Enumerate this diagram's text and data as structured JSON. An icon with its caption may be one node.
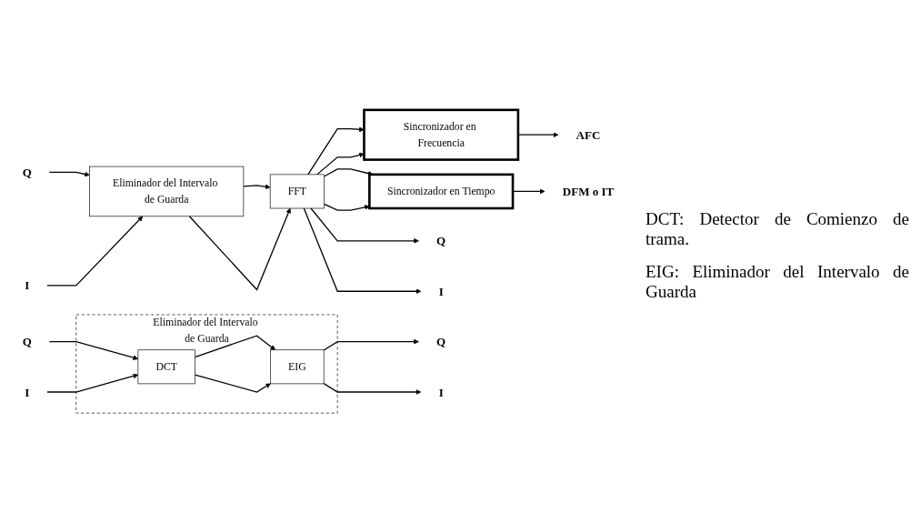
{
  "diagram": {
    "nodes": [
      {
        "text": [
          "Q"
        ]
      },
      {
        "text": [
          "I"
        ]
      },
      {
        "text": [
          "Eliminador del Intervalo de Guarda"
        ]
      },
      {
        "text": [
          "FFT"
        ]
      },
      {
        "text": [
          "Sincronizador en Frecuencia"
        ]
      },
      {
        "text": [
          "AFC"
        ]
      },
      {
        "text": [
          "Sincronizador en Tiempo"
        ]
      },
      {
        "text": [
          "DFM o IT"
        ]
      },
      {
        "text": [
          "Q"
        ]
      },
      {
        "text": [
          "I"
        ]
      },
      {
        "text": [
          "Eliminador del Intervalo de Guarda"
        ]
      },
      {
        "text": [
          "Q"
        ]
      },
      {
        "text": [
          "I"
        ]
      },
      {
        "text": [
          "DCT"
        ],
        "in": 10
      },
      {
        "text": [
          "EIG"
        ],
        "in": 10
      },
      {
        "text": [
          "Q"
        ]
      },
      {
        "text": [
          "I"
        ]
      }
    ],
    "edges": [
      {
        "from": 0,
        "to": 2,
        "arrow": "to"
      },
      {
        "from": 1,
        "to": 2,
        "arrow": "to"
      },
      {
        "from": 2,
        "to": 3,
        "arrow": "to"
      },
      {
        "from": 2,
        "to": 3,
        "arrow": "to"
      },
      {
        "from": 4,
        "to": 5,
        "arrow": "to"
      },
      {
        "from": 3,
        "to": 4,
        "arrow": "to"
      },
      {
        "from": 3,
        "to": 4,
        "arrow": "to"
      },
      {
        "from": 3,
        "to": 8,
        "arrow": "to"
      },
      {
        "from": 3,
        "to": 9,
        "arrow": "to"
      },
      {
        "from": 3,
        "to": 6,
        "arrow": "to"
      },
      {
        "from": 3,
        "to": 6,
        "arrow": "to"
      },
      {
        "from": 6,
        "to": 7,
        "arrow": "to"
      },
      {
        "from": 11,
        "to": 13,
        "arrow": "to"
      },
      {
        "from": 12,
        "to": 13,
        "arrow": "to"
      },
      {
        "from": 13,
        "to": 14,
        "arrow": "to"
      },
      {
        "from": 13,
        "to": 14,
        "arrow": "to"
      },
      {
        "from": 14,
        "to": 15,
        "arrow": "to"
      },
      {
        "from": 14,
        "to": 16,
        "arrow": "to"
      }
    ],
    "labels": [
      "DCT: Detector de Comienzo de trama.",
      "EIG: Eliminador del Intervalo de Guarda"
    ]
  }
}
